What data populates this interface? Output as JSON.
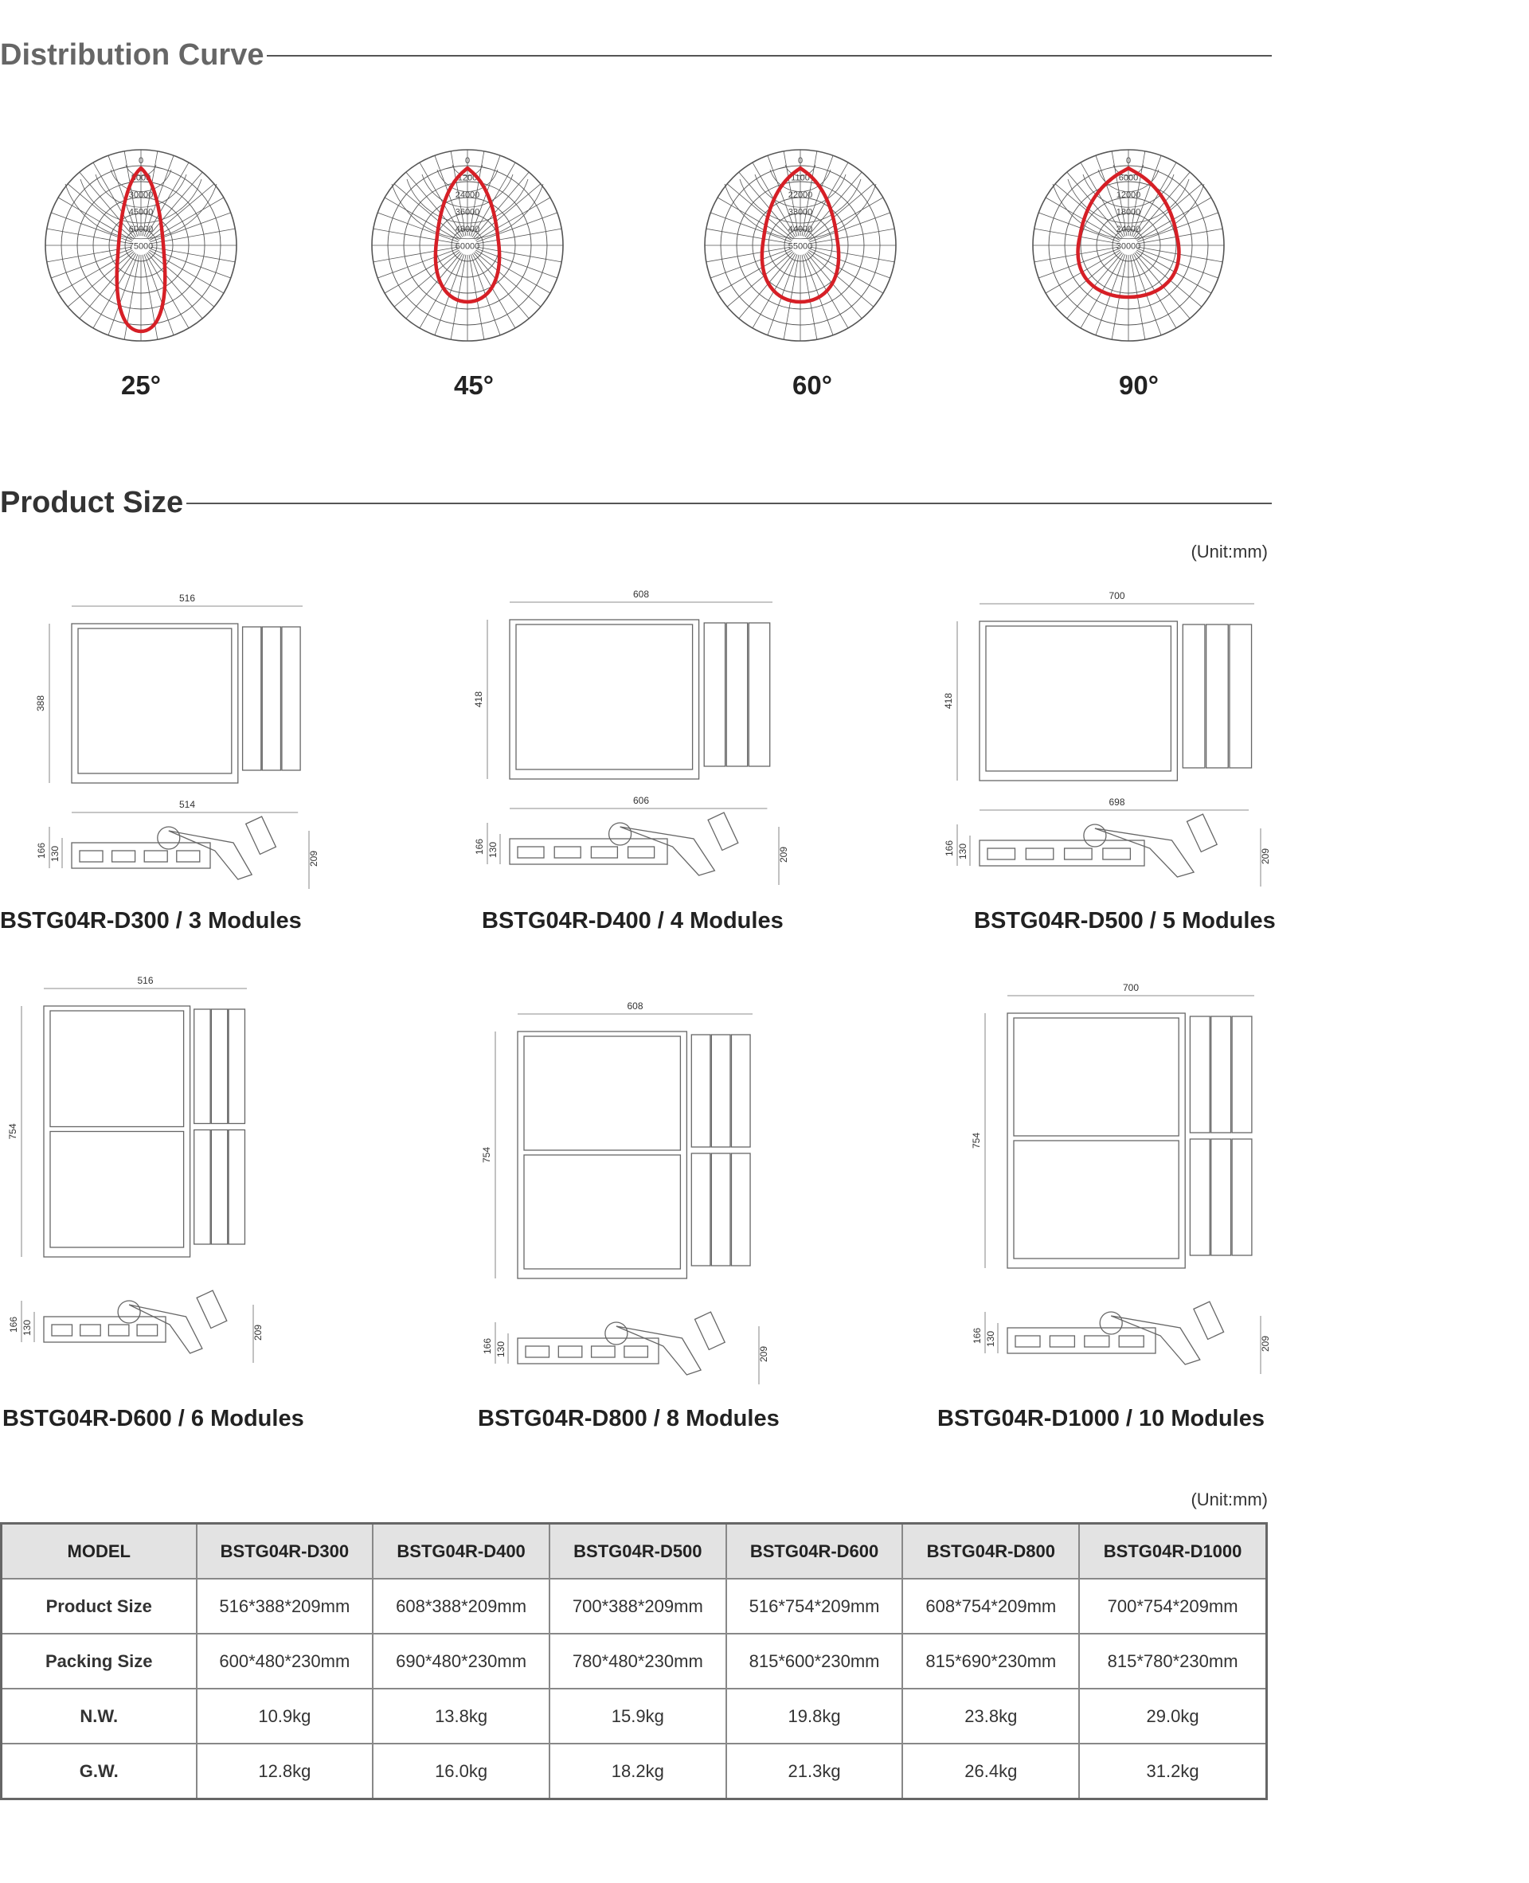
{
  "sections": {
    "distribution_title": "Distribution Curve",
    "size_title": "Product Size",
    "unit_label": "(Unit:mm)"
  },
  "curves": [
    {
      "angle": "25°",
      "scale": [
        "0",
        "5000",
        "30000",
        "45000",
        "60000",
        "75000"
      ],
      "spread": 0.26
    },
    {
      "angle": "45°",
      "scale": [
        "0",
        "1200",
        "24000",
        "36000",
        "48000",
        "60000"
      ],
      "spread": 0.42
    },
    {
      "angle": "60°",
      "scale": [
        "0",
        "1100",
        "22000",
        "33000",
        "44000",
        "55000"
      ],
      "spread": 0.55
    },
    {
      "angle": "90°",
      "scale": [
        "0",
        "6000",
        "12000",
        "18000",
        "24000",
        "30000"
      ],
      "spread": 0.8
    }
  ],
  "models": [
    {
      "caption": "BSTG04R-D300 / 3 Modules",
      "top_width": "516",
      "side_width": "514",
      "height": "388",
      "h1": "166",
      "h2": "130",
      "h3": "209"
    },
    {
      "caption": "BSTG04R-D400 / 4 Modules",
      "top_width": "608",
      "side_width": "606",
      "height": "418",
      "h1": "166",
      "h2": "130",
      "h3": "209"
    },
    {
      "caption": "BSTG04R-D500 / 5 Modules",
      "top_width": "700",
      "side_width": "698",
      "height": "418",
      "h1": "166",
      "h2": "130",
      "h3": "209"
    },
    {
      "caption": "BSTG04R-D600 / 6 Modules",
      "top_width": "516",
      "side_width": "",
      "height": "754",
      "h1": "166",
      "h2": "130",
      "h3": "209"
    },
    {
      "caption": "BSTG04R-D800 / 8 Modules",
      "top_width": "608",
      "side_width": "",
      "height": "754",
      "h1": "166",
      "h2": "130",
      "h3": "209"
    },
    {
      "caption": "BSTG04R-D1000 / 10 Modules",
      "top_width": "700",
      "side_width": "",
      "height": "754",
      "h1": "166",
      "h2": "130",
      "h3": "209"
    }
  ],
  "table": {
    "headers": [
      "MODEL",
      "BSTG04R-D300",
      "BSTG04R-D400",
      "BSTG04R-D500",
      "BSTG04R-D600",
      "BSTG04R-D800",
      "BSTG04R-D1000"
    ],
    "rows": [
      {
        "label": "Product Size",
        "cells": [
          "516*388*209mm",
          "608*388*209mm",
          "700*388*209mm",
          "516*754*209mm",
          "608*754*209mm",
          "700*754*209mm"
        ]
      },
      {
        "label": "Packing Size",
        "cells": [
          "600*480*230mm",
          "690*480*230mm",
          "780*480*230mm",
          "815*600*230mm",
          "815*690*230mm",
          "815*780*230mm"
        ]
      },
      {
        "label": "N.W.",
        "cells": [
          "10.9kg",
          "13.8kg",
          "15.9kg",
          "19.8kg",
          "23.8kg",
          "29.0kg"
        ]
      },
      {
        "label": "G.W.",
        "cells": [
          "12.8kg",
          "16.0kg",
          "18.2kg",
          "21.3kg",
          "26.4kg",
          "31.2kg"
        ]
      }
    ]
  },
  "colors": {
    "curve": "#d61f26",
    "grid": "#555555",
    "drawing": "#666666"
  }
}
